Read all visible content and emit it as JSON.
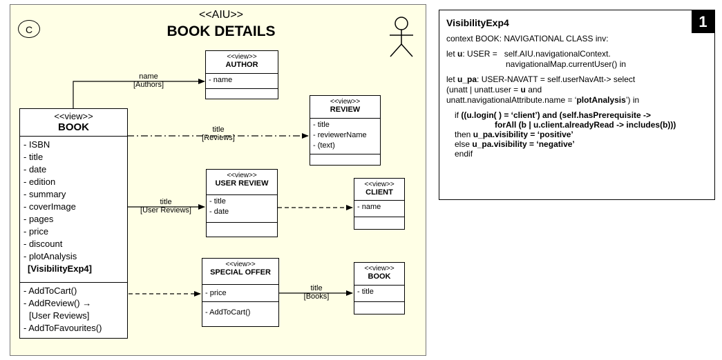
{
  "aiu": {
    "tag": "C",
    "stereotype": "<<AIU>>",
    "title": "BOOK DETAILS"
  },
  "book": {
    "stereotype": "<<view>>",
    "name": "BOOK",
    "attributes": [
      "- ISBN",
      "- title",
      "- date",
      "- edition",
      "- summary",
      "- coverImage",
      "- pages",
      "- price",
      "- discount",
      "- plotAnalysis"
    ],
    "condition": "[VisibilityExp4]",
    "op1": "- AddToCart()",
    "op2_line1": "- AddReview() →",
    "op2_line2": "[User Reviews]",
    "op3": "- AddToFavourites()"
  },
  "author": {
    "stereotype": "<<view>>",
    "name": "AUTHOR",
    "attributes": [
      "- name"
    ]
  },
  "review": {
    "stereotype": "<<view>>",
    "name": "REVIEW",
    "attributes": [
      "- title",
      "- reviewerName",
      "- (text)"
    ]
  },
  "user_review": {
    "stereotype": "<<view>>",
    "name": "USER REVIEW",
    "attributes": [
      "- title",
      "- date"
    ]
  },
  "client": {
    "stereotype": "<<view>>",
    "name": "CLIENT",
    "attributes": [
      "- name"
    ]
  },
  "special_offer": {
    "stereotype": "<<view>>",
    "name": "SPECIAL OFFER",
    "attributes": [
      "- price"
    ],
    "operations": [
      "-  AddToCart()"
    ]
  },
  "book_small": {
    "stereotype": "<<view>>",
    "name": "BOOK",
    "attributes": [
      "- title"
    ]
  },
  "edges": {
    "authors": {
      "top": "name",
      "bottom": "[Authors]"
    },
    "reviews": {
      "top": "title",
      "bottom": "[Reviews]"
    },
    "user_reviews": {
      "top": "title",
      "bottom": "[User Reviews]"
    },
    "books": {
      "top": "title",
      "bottom": "[Books]"
    }
  },
  "info": {
    "badge": "1",
    "title": "VisibilityExp4",
    "context": "context BOOK: NAVIGATIONAL CLASS inv:",
    "let_u_prefix": "let ",
    "let_u_var": "u",
    "let_u_type": ": USER =",
    "let_u_expr1": "self.AIU.navigationalContext.",
    "let_u_expr2": "navigationalMap.currentUser() in",
    "let_pa_prefix": "let ",
    "let_pa_var": "u_pa",
    "let_pa_expr1": ": USER-NAVATT = self.userNavAtt-> select",
    "let_pa_expr2a": "(unatt | unatt.user = ",
    "let_pa_expr2b": "u",
    "let_pa_expr2c": " and",
    "let_pa_expr3a": "unatt.navigationalAttribute.name = ‘",
    "let_pa_expr3b": "plotAnalysis",
    "let_pa_expr3c": "’) in",
    "if_prefix": "if  ",
    "if_cond1": "((u.login( ) = ‘client’) and  (self.hasPrerequisite ->",
    "if_cond2": "forAll (b | u.client.alreadyRead -> includes(b)))",
    "then_prefix": "then ",
    "then_expr": "u_pa.visibility = ‘positive’",
    "else_prefix": "else ",
    "else_expr": "u_pa.visibility = ‘negative’",
    "endif": "endif"
  }
}
